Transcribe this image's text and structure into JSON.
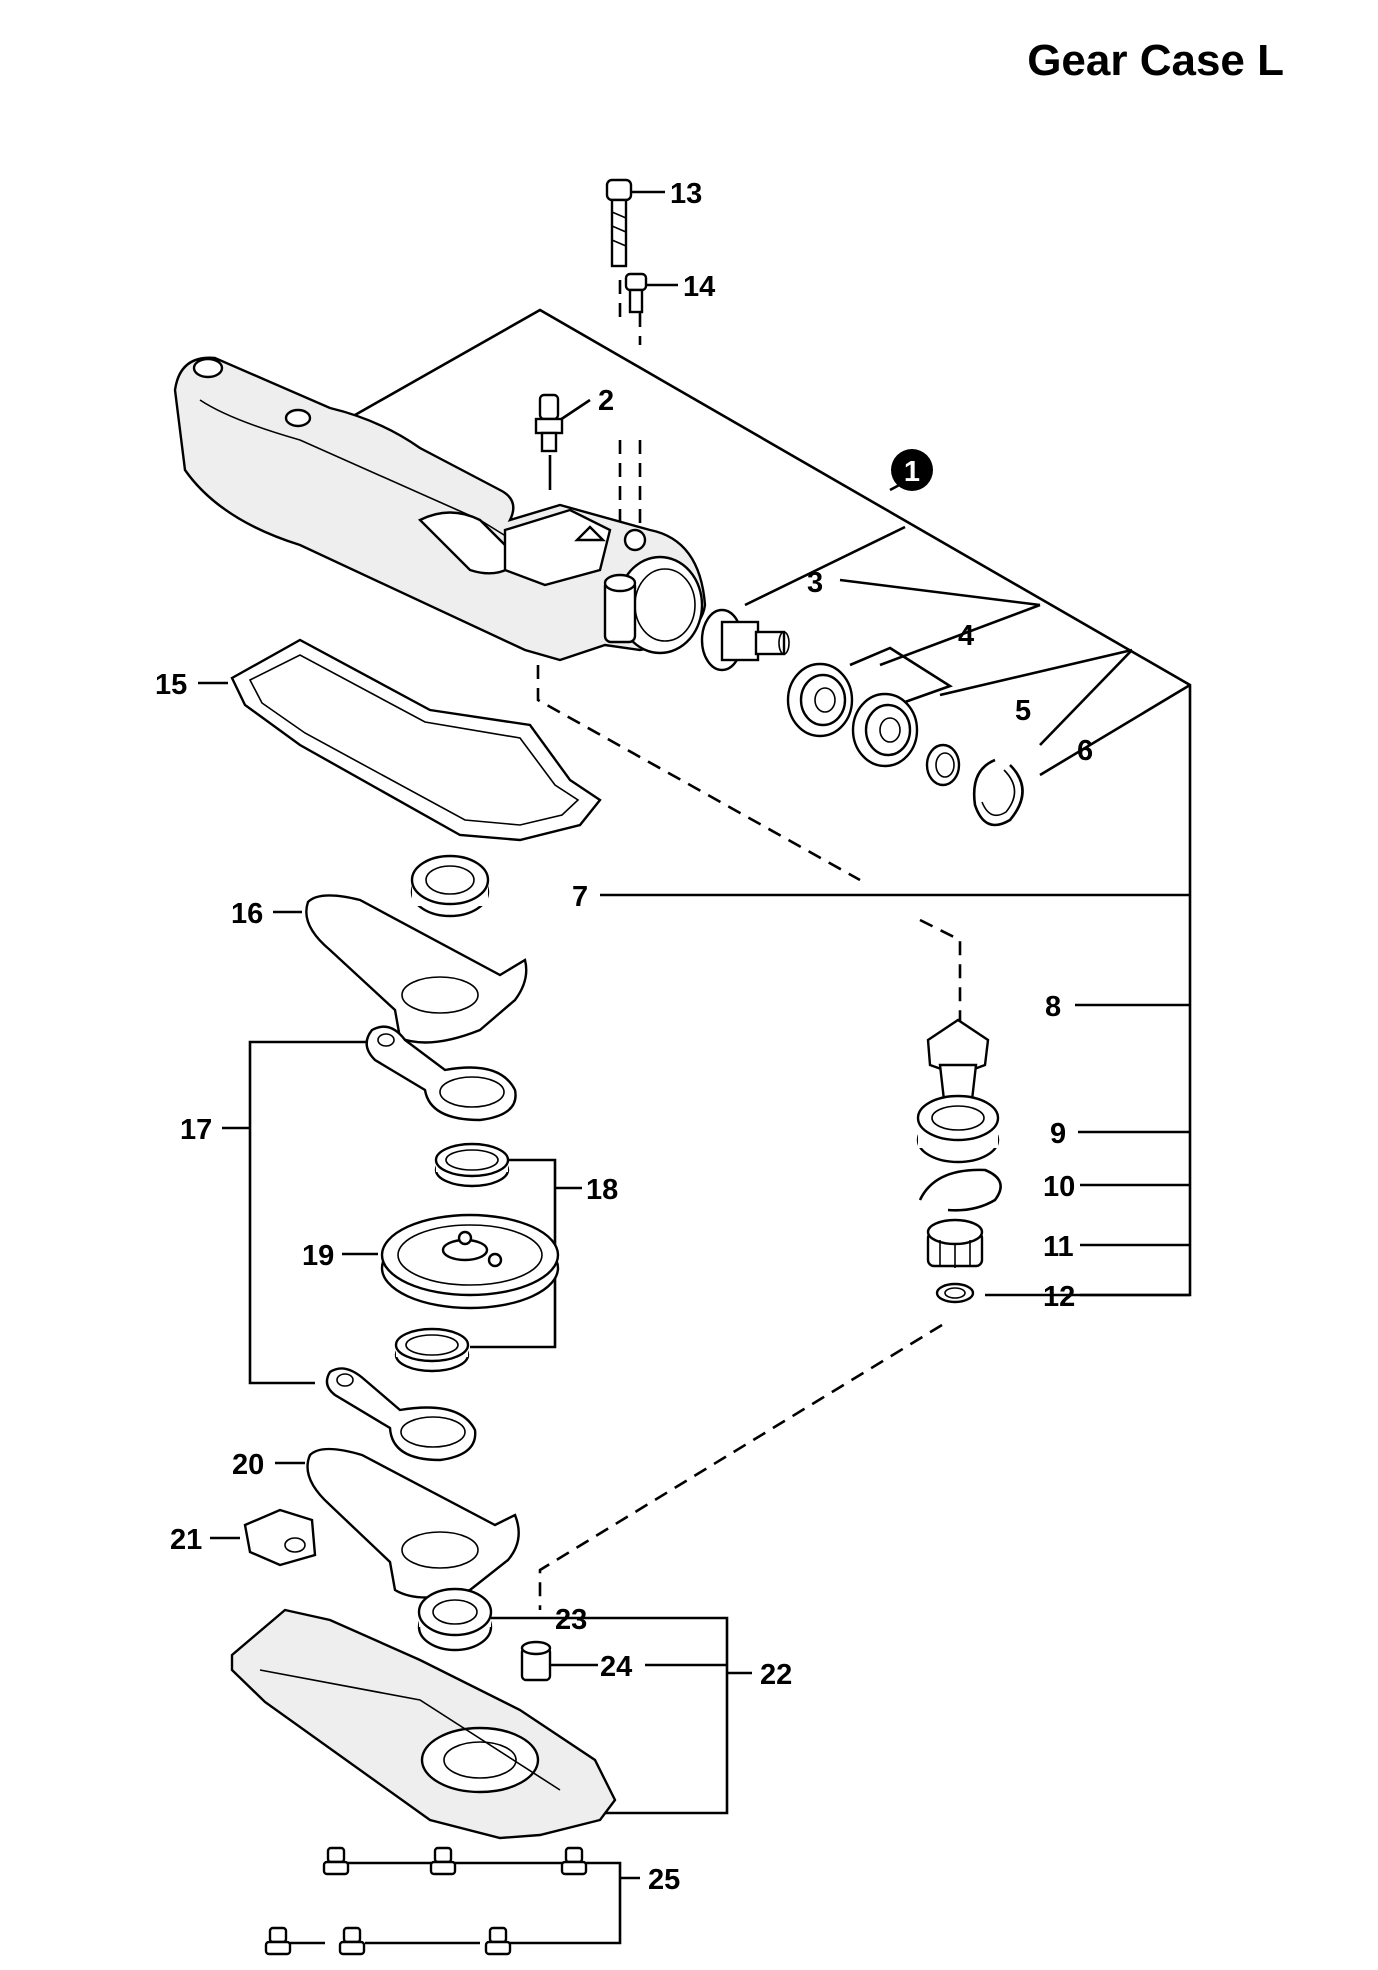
{
  "page": {
    "title": "Gear Case L"
  },
  "callouts": {
    "p1": "1",
    "p2": "2",
    "p3": "3",
    "p4": "4",
    "p5": "5",
    "p6": "6",
    "p7": "7",
    "p8": "8",
    "p9": "9",
    "p10": "10",
    "p11": "11",
    "p12": "12",
    "p13": "13",
    "p14": "14",
    "p15": "15",
    "p16": "16",
    "p17": "17",
    "p18": "18",
    "p19": "19",
    "p20": "20",
    "p21": "21",
    "p22": "22",
    "p23": "23",
    "p24": "24",
    "p25": "25"
  }
}
